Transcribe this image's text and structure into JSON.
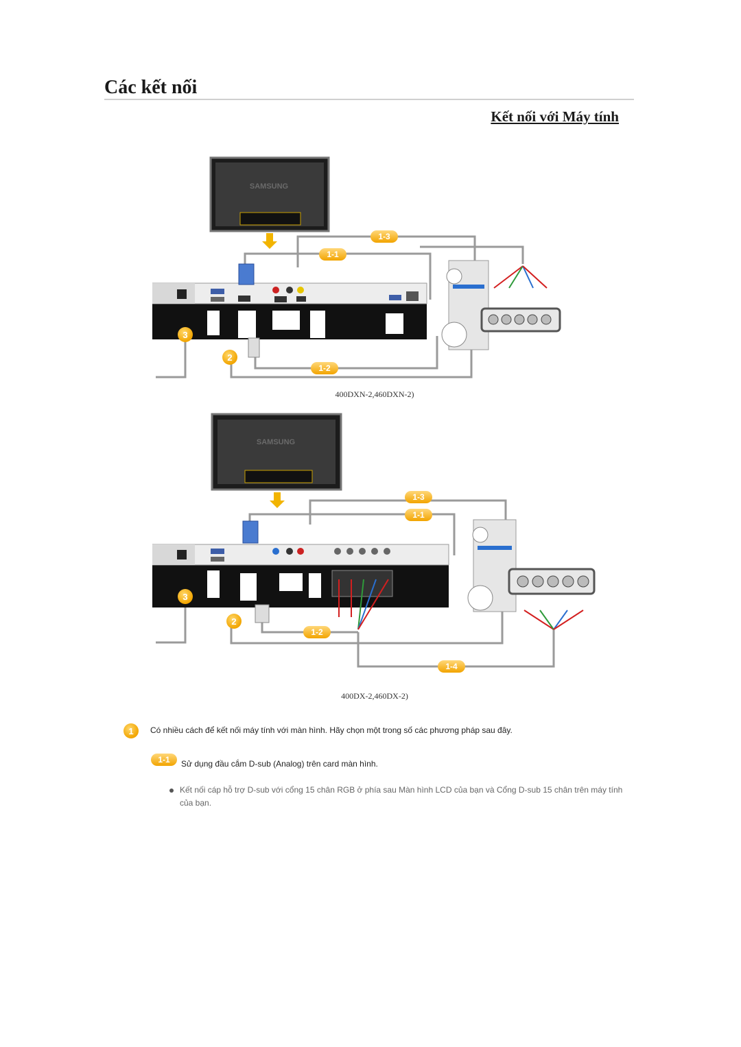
{
  "page": {
    "title": "Các kết nối",
    "subtitle": "Kết nối với Máy tính"
  },
  "diagram1": {
    "brand": "SAMSUNG",
    "caption": "400DXN-2,460DXN-2)",
    "badges": {
      "b13": "1-3",
      "b11": "1-1",
      "b12": "1-2",
      "n2": "2",
      "n3": "3"
    }
  },
  "diagram2": {
    "brand": "SAMSUNG",
    "caption": "400DX-2,460DX-2)",
    "badges": {
      "b13": "1-3",
      "b11": "1-1",
      "b12": "1-2",
      "b14": "1-4",
      "n2": "2",
      "n3": "3"
    }
  },
  "instructions": {
    "step1_number": "1",
    "step1_text": "Có nhiều cách để kết nối máy tính với màn hình. Hãy chọn một trong số các phương pháp sau đây.",
    "option_badge": "1-1",
    "option_text": "Sử dụng đầu cắm D-sub (Analog) trên card màn hình.",
    "bullet_text": "Kết nối cáp hỗ trợ D-sub với cổng 15 chân RGB ở phía sau Màn hình LCD của bạn và Cổng D-sub 15 chân trên máy tính của bạn."
  },
  "colors": {
    "badge": "#f2a500",
    "cable": "#9a9a9a",
    "panel": "#111111",
    "red": "#d31f1f",
    "green": "#2e9a3a",
    "blue": "#2a6fcf"
  }
}
